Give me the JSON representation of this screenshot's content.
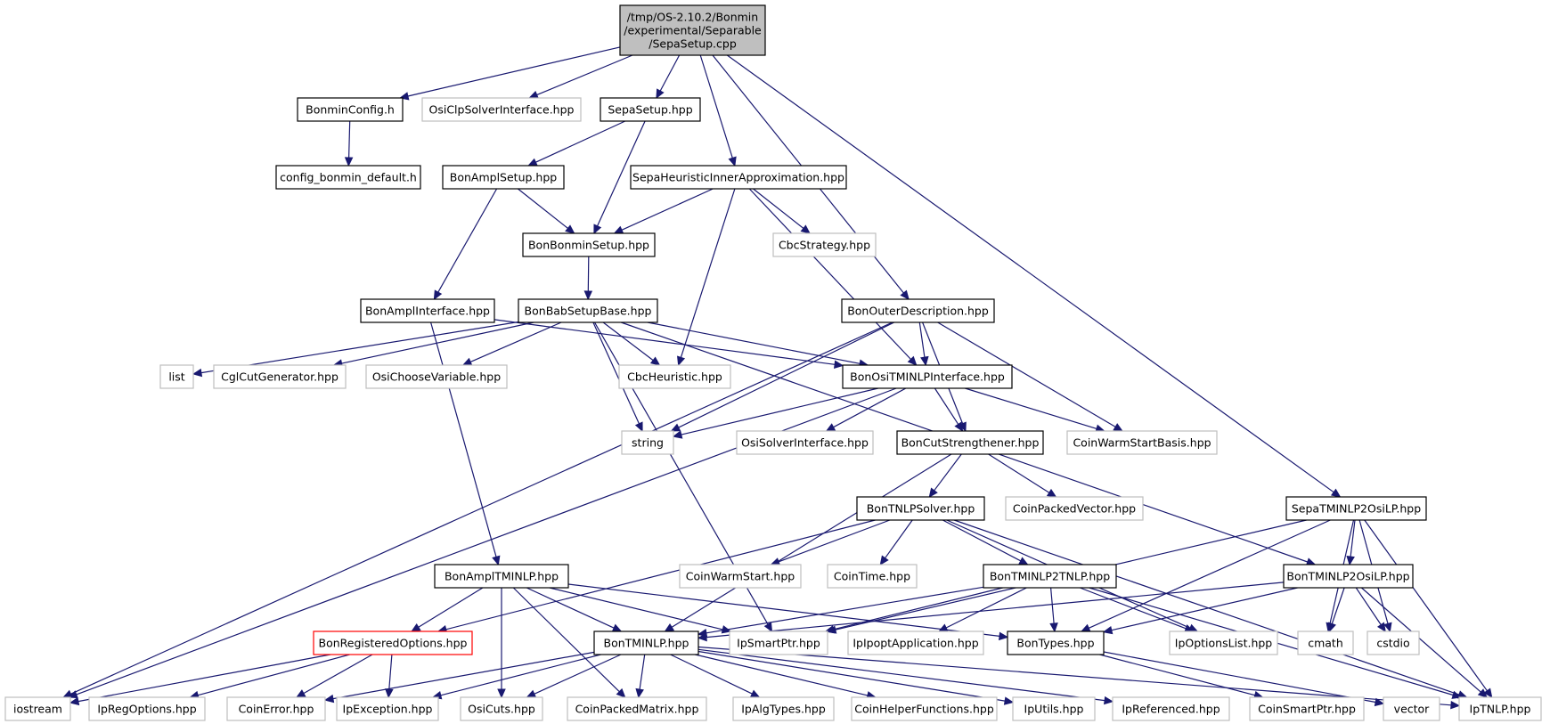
{
  "colors": {
    "edge": "#191970",
    "root_fill": "#bfbfbf",
    "normal_border": "#000000",
    "external_border": "#bfbfbf",
    "truncated_border": "#ff0000",
    "text": "#000000"
  },
  "nodes": {
    "root": {
      "lines": [
        "/tmp/OS-2.10.2/Bonmin",
        "/experimental/Separable",
        "/SepaSetup.cpp"
      ],
      "style": "root"
    },
    "bonminconfig": {
      "lines": [
        "BonminConfig.h"
      ],
      "style": "normal"
    },
    "osiclp": {
      "lines": [
        "OsiClpSolverInterface.hpp"
      ],
      "style": "external"
    },
    "sepasetup": {
      "lines": [
        "SepaSetup.hpp"
      ],
      "style": "normal"
    },
    "configdefault": {
      "lines": [
        "config_bonmin_default.h"
      ],
      "style": "normal"
    },
    "amplsetup": {
      "lines": [
        "BonAmplSetup.hpp"
      ],
      "style": "normal"
    },
    "sepaheur": {
      "lines": [
        "SepaHeuristicInnerApproximation.hpp"
      ],
      "style": "normal"
    },
    "bonminsetup": {
      "lines": [
        "BonBonminSetup.hpp"
      ],
      "style": "normal"
    },
    "cbcstrategy": {
      "lines": [
        "CbcStrategy.hpp"
      ],
      "style": "external"
    },
    "amplinterface": {
      "lines": [
        "BonAmplInterface.hpp"
      ],
      "style": "normal"
    },
    "babsetupbase": {
      "lines": [
        "BonBabSetupBase.hpp"
      ],
      "style": "normal"
    },
    "outerdesc": {
      "lines": [
        "BonOuterDescription.hpp"
      ],
      "style": "normal"
    },
    "list": {
      "lines": [
        "list"
      ],
      "style": "external"
    },
    "cglcut": {
      "lines": [
        "CglCutGenerator.hpp"
      ],
      "style": "external"
    },
    "osichoose": {
      "lines": [
        "OsiChooseVariable.hpp"
      ],
      "style": "external"
    },
    "cbcheuristic": {
      "lines": [
        "CbcHeuristic.hpp"
      ],
      "style": "external"
    },
    "ositminlp": {
      "lines": [
        "BonOsiTMINLPInterface.hpp"
      ],
      "style": "normal"
    },
    "string": {
      "lines": [
        "string"
      ],
      "style": "external"
    },
    "osisolver": {
      "lines": [
        "OsiSolverInterface.hpp"
      ],
      "style": "external"
    },
    "cutstr": {
      "lines": [
        "BonCutStrengthener.hpp"
      ],
      "style": "normal"
    },
    "coinwarmbasis": {
      "lines": [
        "CoinWarmStartBasis.hpp"
      ],
      "style": "external"
    },
    "tnlpsolver": {
      "lines": [
        "BonTNLPSolver.hpp"
      ],
      "style": "normal"
    },
    "coinpackedvec": {
      "lines": [
        "CoinPackedVector.hpp"
      ],
      "style": "external"
    },
    "sepatminlp2osilp": {
      "lines": [
        "SepaTMINLP2OsiLP.hpp"
      ],
      "style": "normal"
    },
    "ampltminlp": {
      "lines": [
        "BonAmplTMINLP.hpp"
      ],
      "style": "normal"
    },
    "coinwarmstart": {
      "lines": [
        "CoinWarmStart.hpp"
      ],
      "style": "external"
    },
    "cointime": {
      "lines": [
        "CoinTime.hpp"
      ],
      "style": "external"
    },
    "tminlp2tnlp": {
      "lines": [
        "BonTMINLP2TNLP.hpp"
      ],
      "style": "normal"
    },
    "tminlp2osilp": {
      "lines": [
        "BonTMINLP2OsiLP.hpp"
      ],
      "style": "normal"
    },
    "regopts": {
      "lines": [
        "BonRegisteredOptions.hpp"
      ],
      "style": "truncated"
    },
    "tminlp": {
      "lines": [
        "BonTMINLP.hpp"
      ],
      "style": "normal"
    },
    "smartptr": {
      "lines": [
        "IpSmartPtr.hpp"
      ],
      "style": "external"
    },
    "ipoptapp": {
      "lines": [
        "IpIpoptApplication.hpp"
      ],
      "style": "external"
    },
    "bontypes": {
      "lines": [
        "BonTypes.hpp"
      ],
      "style": "normal"
    },
    "optlist": {
      "lines": [
        "IpOptionsList.hpp"
      ],
      "style": "external"
    },
    "cmath": {
      "lines": [
        "cmath"
      ],
      "style": "external"
    },
    "cstdio": {
      "lines": [
        "cstdio"
      ],
      "style": "external"
    },
    "iostream": {
      "lines": [
        "iostream"
      ],
      "style": "external"
    },
    "regoptions": {
      "lines": [
        "IpRegOptions.hpp"
      ],
      "style": "external"
    },
    "coinerror": {
      "lines": [
        "CoinError.hpp"
      ],
      "style": "external"
    },
    "ipexception": {
      "lines": [
        "IpException.hpp"
      ],
      "style": "external"
    },
    "osicuts": {
      "lines": [
        "OsiCuts.hpp"
      ],
      "style": "external"
    },
    "coinpackedmat": {
      "lines": [
        "CoinPackedMatrix.hpp"
      ],
      "style": "external"
    },
    "ipalgtypes": {
      "lines": [
        "IpAlgTypes.hpp"
      ],
      "style": "external"
    },
    "coinhelper": {
      "lines": [
        "CoinHelperFunctions.hpp"
      ],
      "style": "external"
    },
    "iputils": {
      "lines": [
        "IpUtils.hpp"
      ],
      "style": "external"
    },
    "ipreferenced": {
      "lines": [
        "IpReferenced.hpp"
      ],
      "style": "external"
    },
    "coinsmartptr": {
      "lines": [
        "CoinSmartPtr.hpp"
      ],
      "style": "external"
    },
    "vector": {
      "lines": [
        "vector"
      ],
      "style": "external"
    },
    "iptnlp": {
      "lines": [
        "IpTNLP.hpp"
      ],
      "style": "external"
    }
  },
  "edges": [
    [
      "root",
      "bonminconfig"
    ],
    [
      "root",
      "osiclp"
    ],
    [
      "root",
      "sepasetup"
    ],
    [
      "root",
      "sepaheur"
    ],
    [
      "root",
      "outerdesc"
    ],
    [
      "root",
      "sepatminlp2osilp"
    ],
    [
      "bonminconfig",
      "configdefault"
    ],
    [
      "sepasetup",
      "amplsetup"
    ],
    [
      "sepasetup",
      "bonminsetup"
    ],
    [
      "amplsetup",
      "bonminsetup"
    ],
    [
      "amplsetup",
      "amplinterface"
    ],
    [
      "sepaheur",
      "bonminsetup"
    ],
    [
      "sepaheur",
      "cbcstrategy"
    ],
    [
      "sepaheur",
      "cbcheuristic"
    ],
    [
      "sepaheur",
      "ositminlp"
    ],
    [
      "bonminsetup",
      "babsetupbase"
    ],
    [
      "amplinterface",
      "ositminlp"
    ],
    [
      "amplinterface",
      "ampltminlp"
    ],
    [
      "babsetupbase",
      "list"
    ],
    [
      "babsetupbase",
      "cglcut"
    ],
    [
      "babsetupbase",
      "osichoose"
    ],
    [
      "babsetupbase",
      "cbcheuristic"
    ],
    [
      "babsetupbase",
      "ositminlp"
    ],
    [
      "babsetupbase",
      "string"
    ],
    [
      "babsetupbase",
      "smartptr"
    ],
    [
      "babsetupbase",
      "tminlp2osilp"
    ],
    [
      "outerdesc",
      "ositminlp"
    ],
    [
      "outerdesc",
      "string"
    ],
    [
      "outerdesc",
      "iostream"
    ],
    [
      "outerdesc",
      "cutstr"
    ],
    [
      "outerdesc",
      "coinwarmbasis"
    ],
    [
      "ositminlp",
      "string"
    ],
    [
      "ositminlp",
      "osisolver"
    ],
    [
      "ositminlp",
      "cutstr"
    ],
    [
      "ositminlp",
      "coinwarmbasis"
    ],
    [
      "ositminlp",
      "iostream"
    ],
    [
      "cutstr",
      "tnlpsolver"
    ],
    [
      "cutstr",
      "coinpackedvec"
    ],
    [
      "cutstr",
      "tminlp"
    ],
    [
      "tnlpsolver",
      "coinwarmstart"
    ],
    [
      "tnlpsolver",
      "cointime"
    ],
    [
      "tnlpsolver",
      "tminlp2tnlp"
    ],
    [
      "tnlpsolver",
      "regopts"
    ],
    [
      "tnlpsolver",
      "optlist"
    ],
    [
      "tnlpsolver",
      "iptnlp"
    ],
    [
      "sepatminlp2osilp",
      "tminlp2osilp"
    ],
    [
      "sepatminlp2osilp",
      "bontypes"
    ],
    [
      "sepatminlp2osilp",
      "smartptr"
    ],
    [
      "sepatminlp2osilp",
      "cmath"
    ],
    [
      "sepatminlp2osilp",
      "cstdio"
    ],
    [
      "sepatminlp2osilp",
      "iptnlp"
    ],
    [
      "ampltminlp",
      "regopts"
    ],
    [
      "ampltminlp",
      "tminlp"
    ],
    [
      "ampltminlp",
      "smartptr"
    ],
    [
      "ampltminlp",
      "bontypes"
    ],
    [
      "ampltminlp",
      "osicuts"
    ],
    [
      "ampltminlp",
      "coinpackedmat"
    ],
    [
      "tminlp2tnlp",
      "tminlp"
    ],
    [
      "tminlp2tnlp",
      "smartptr"
    ],
    [
      "tminlp2tnlp",
      "ipoptapp"
    ],
    [
      "tminlp2tnlp",
      "bontypes"
    ],
    [
      "tminlp2tnlp",
      "optlist"
    ],
    [
      "tminlp2tnlp",
      "iptnlp"
    ],
    [
      "tminlp2osilp",
      "tminlp"
    ],
    [
      "tminlp2osilp",
      "bontypes"
    ],
    [
      "tminlp2osilp",
      "cmath"
    ],
    [
      "tminlp2osilp",
      "cstdio"
    ],
    [
      "tminlp2osilp",
      "iptnlp"
    ],
    [
      "regopts",
      "iostream"
    ],
    [
      "regopts",
      "regoptions"
    ],
    [
      "regopts",
      "coinerror"
    ],
    [
      "regopts",
      "ipexception"
    ],
    [
      "tminlp",
      "coinerror"
    ],
    [
      "tminlp",
      "ipexception"
    ],
    [
      "tminlp",
      "osicuts"
    ],
    [
      "tminlp",
      "coinpackedmat"
    ],
    [
      "tminlp",
      "ipalgtypes"
    ],
    [
      "tminlp",
      "coinhelper"
    ],
    [
      "tminlp",
      "iputils"
    ],
    [
      "tminlp",
      "ipreferenced"
    ],
    [
      "tminlp",
      "iptnlp"
    ],
    [
      "bontypes",
      "coinsmartptr"
    ],
    [
      "bontypes",
      "vector"
    ]
  ]
}
